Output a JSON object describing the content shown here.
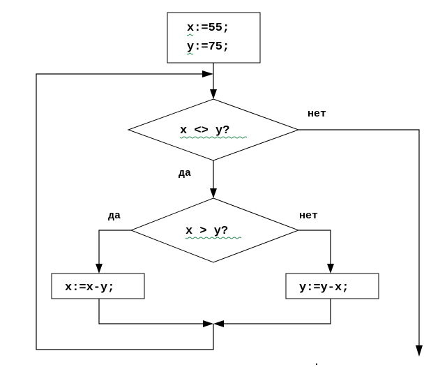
{
  "start_block": {
    "line1": "x:=55;",
    "line2": "y:=75;"
  },
  "condition_outer": {
    "text": "x <> y?",
    "yes_label": "да",
    "no_label": "нет"
  },
  "condition_inner": {
    "text": "x > y?",
    "yes_label": "да",
    "no_label": "нет"
  },
  "action_left": {
    "text": "x:=x-y;"
  },
  "action_right": {
    "text": "y:=y-x;"
  }
}
